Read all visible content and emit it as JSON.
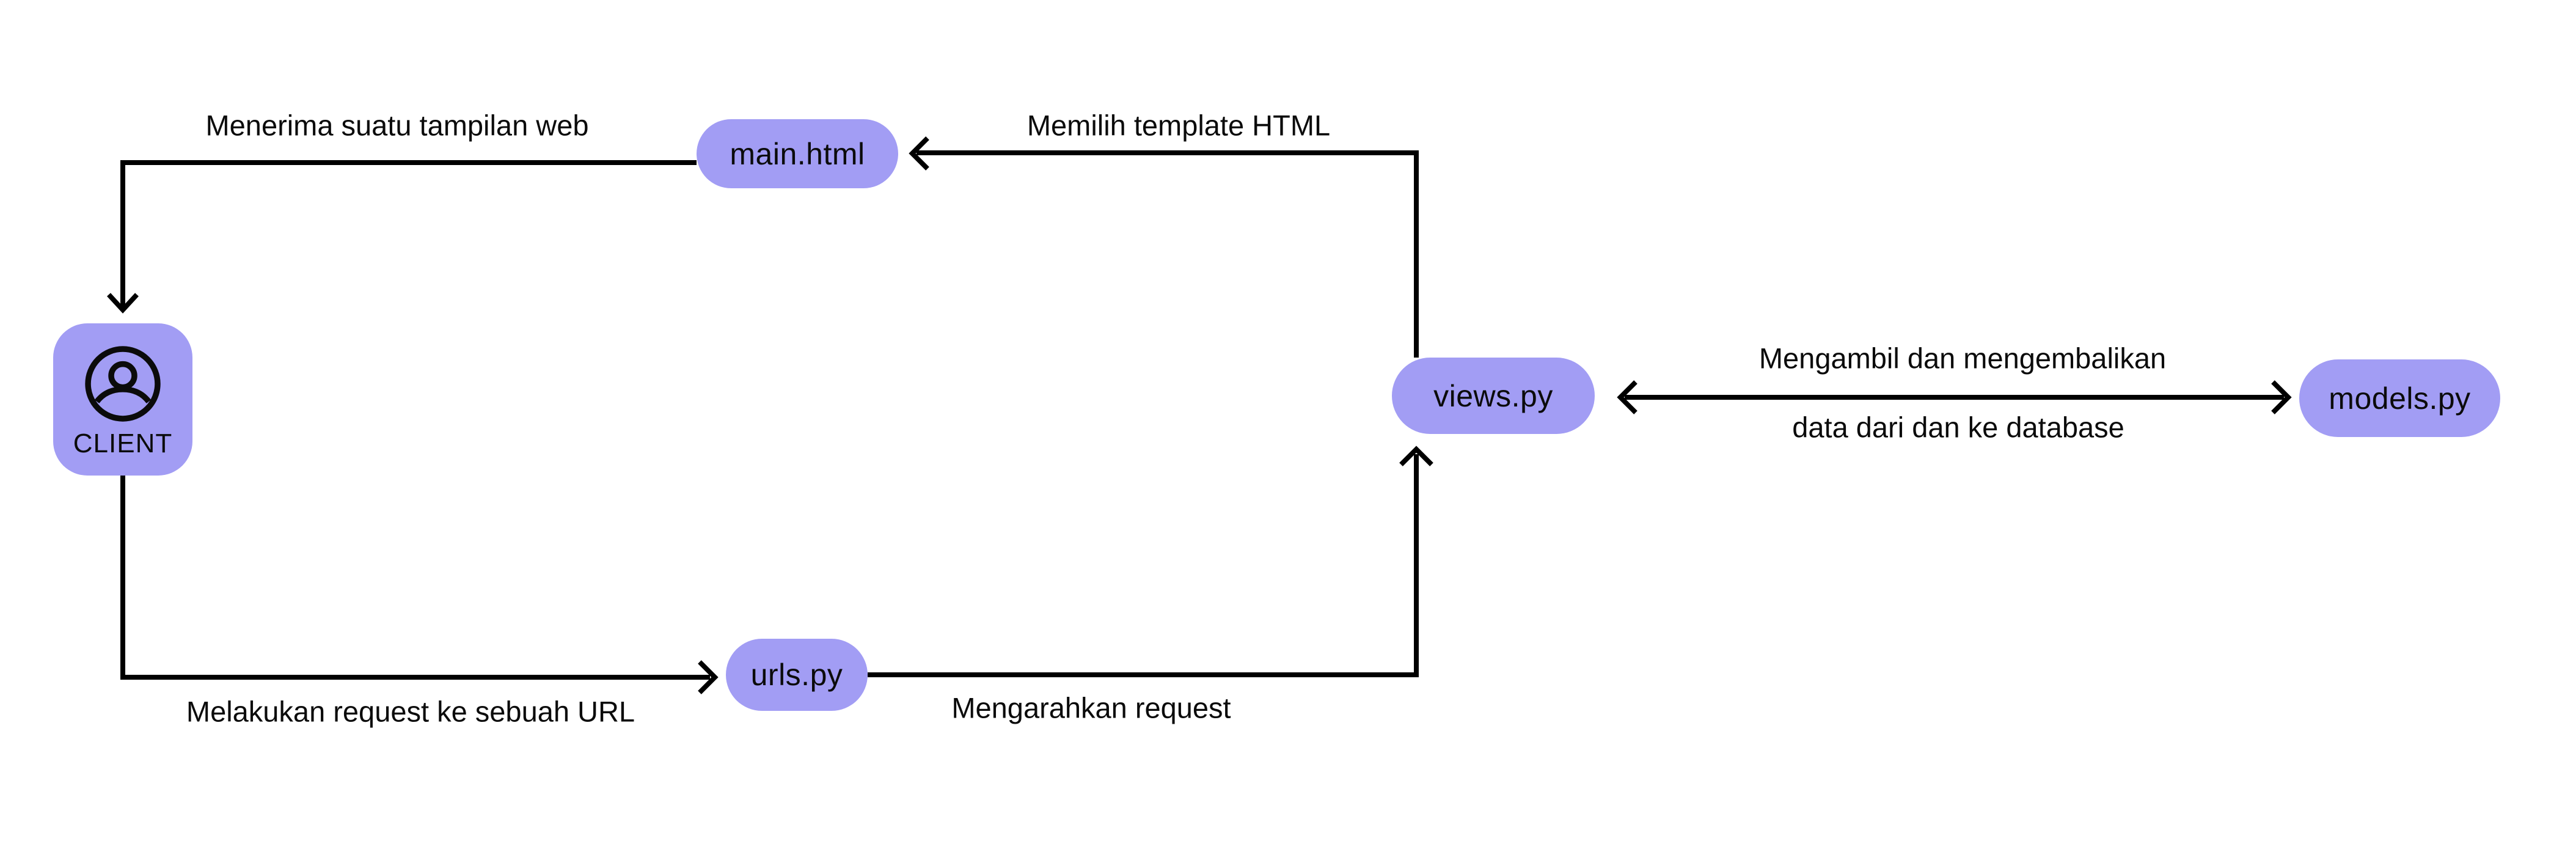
{
  "theme": {
    "background": "#ffffff",
    "accent": "#a29df4",
    "line": "#000000",
    "text": "#0b0b0b"
  },
  "nodes": {
    "client": {
      "label": "CLIENT",
      "icon": "user-icon"
    },
    "main_html": {
      "label": "main.html"
    },
    "views_py": {
      "label": "views.py"
    },
    "models_py": {
      "label": "models.py"
    },
    "urls_py": {
      "label": "urls.py"
    }
  },
  "edges": {
    "receive_view": {
      "label": "Menerima suatu tampilan web",
      "from": "main.html",
      "to": "CLIENT",
      "bidirectional": false
    },
    "choose_template": {
      "label": "Memilih template HTML",
      "from": "views.py",
      "to": "main.html",
      "bidirectional": false
    },
    "request_url": {
      "label": "Melakukan request ke sebuah URL",
      "from": "CLIENT",
      "to": "urls.py",
      "bidirectional": false
    },
    "route_request": {
      "label": "Mengarahkan request",
      "from": "urls.py",
      "to": "views.py",
      "bidirectional": false
    },
    "database_io": {
      "label_line1": "Mengambil dan mengembalikan",
      "label_line2": "data dari dan ke database",
      "from": "views.py",
      "to": "models.py",
      "bidirectional": true
    }
  }
}
